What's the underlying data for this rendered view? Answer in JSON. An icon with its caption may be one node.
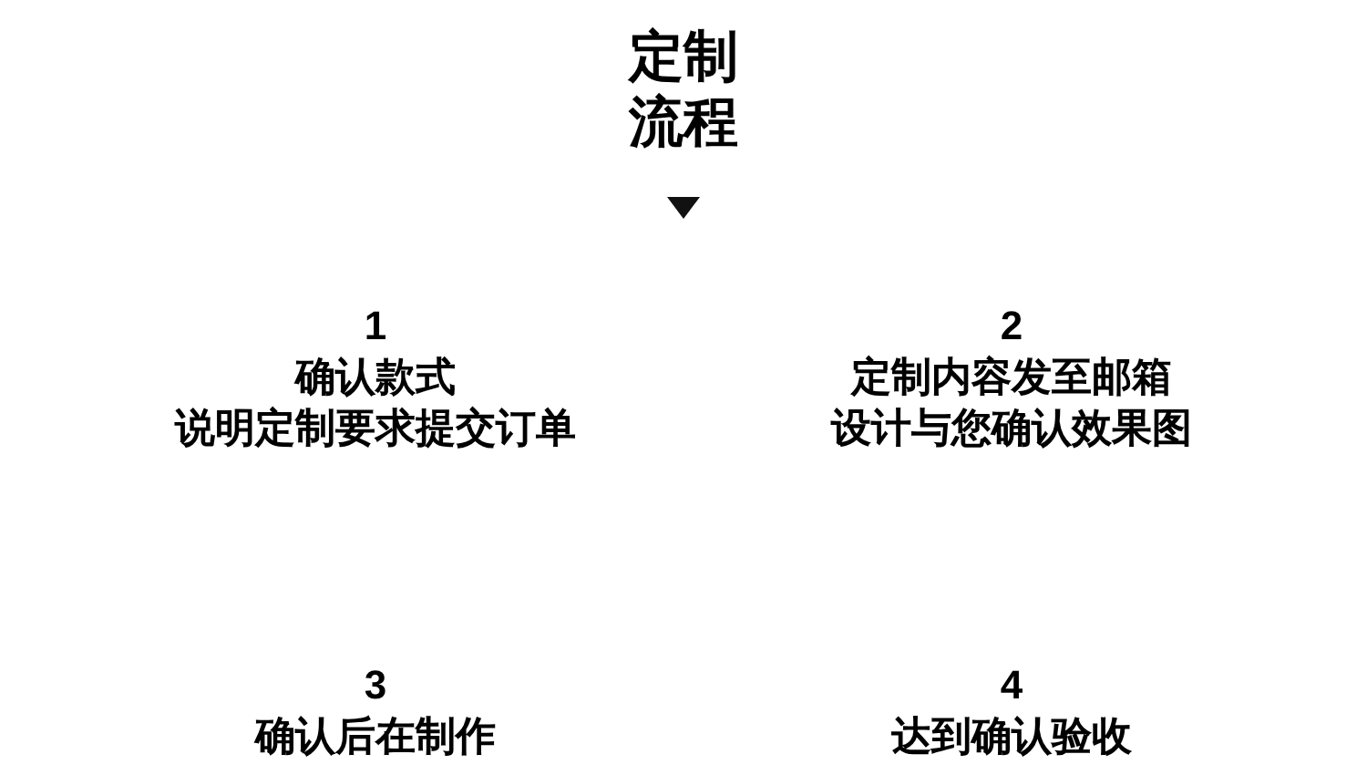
{
  "diagram": {
    "title": "定制流程",
    "nodes": [
      {
        "text": [
          "1",
          "确认款式",
          "说明定制要求提交订单"
        ]
      },
      {
        "text": [
          "2",
          "定制内容发至邮箱",
          "设计与您确认效果图"
        ]
      },
      {
        "text": [
          "3",
          "确认后在制作"
        ]
      },
      {
        "text": [
          "4",
          "达到确认验收"
        ]
      }
    ],
    "edges": []
  }
}
